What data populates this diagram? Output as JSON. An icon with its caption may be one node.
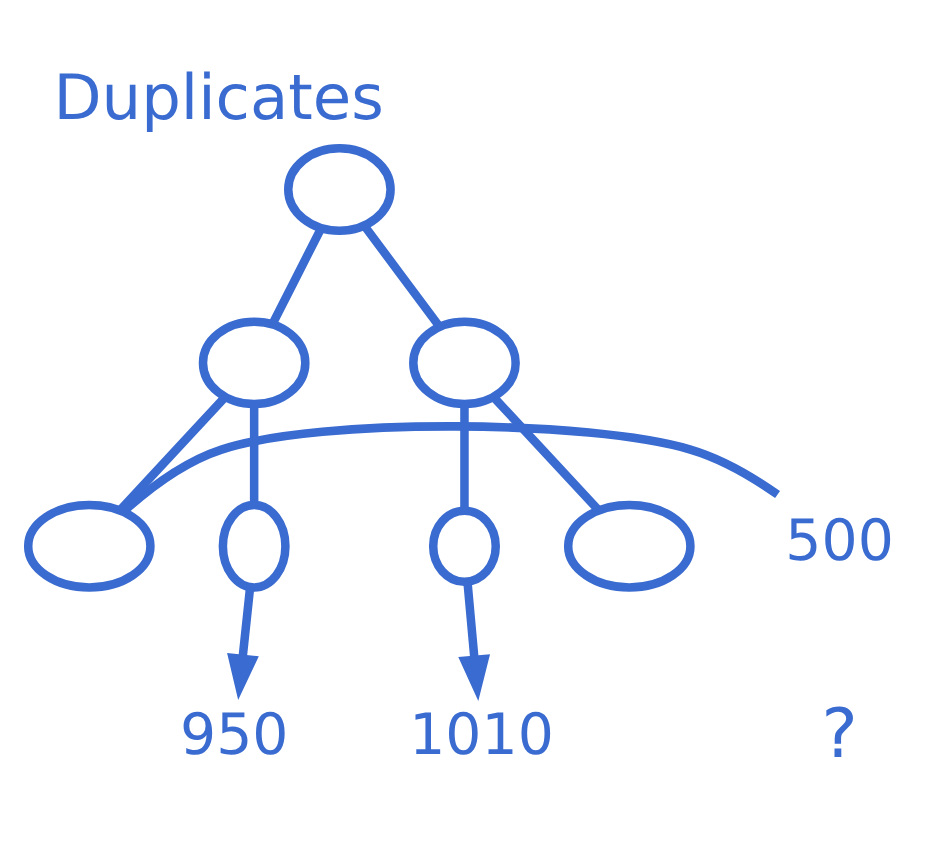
{
  "diagram": {
    "title": "Duplicates",
    "nodes": [
      {
        "text": [],
        "shape": "circle"
      },
      {
        "text": [],
        "shape": "circle"
      },
      {
        "text": [],
        "shape": "circle"
      },
      {
        "text": [],
        "shape": "circle"
      },
      {
        "text": [],
        "shape": "circle"
      },
      {
        "text": [],
        "shape": "circle"
      },
      {
        "text": [],
        "shape": "circle"
      },
      {
        "text": [
          "500"
        ]
      },
      {
        "text": [
          "950"
        ]
      },
      {
        "text": [
          "1010"
        ]
      }
    ],
    "edges": [
      {
        "from": 0,
        "to": 1,
        "arrow": "none"
      },
      {
        "from": 0,
        "to": 2,
        "arrow": "none"
      },
      {
        "from": 1,
        "to": 3,
        "arrow": "none"
      },
      {
        "from": 1,
        "to": 4,
        "arrow": "none"
      },
      {
        "from": 2,
        "to": 5,
        "arrow": "none"
      },
      {
        "from": 2,
        "to": 6,
        "arrow": "none"
      },
      {
        "from": 7,
        "to": 3,
        "arrow": "none"
      },
      {
        "from": 4,
        "to": 8,
        "arrow": "to"
      },
      {
        "from": 5,
        "to": 9,
        "arrow": "to"
      }
    ],
    "labels": [
      "?"
    ]
  }
}
